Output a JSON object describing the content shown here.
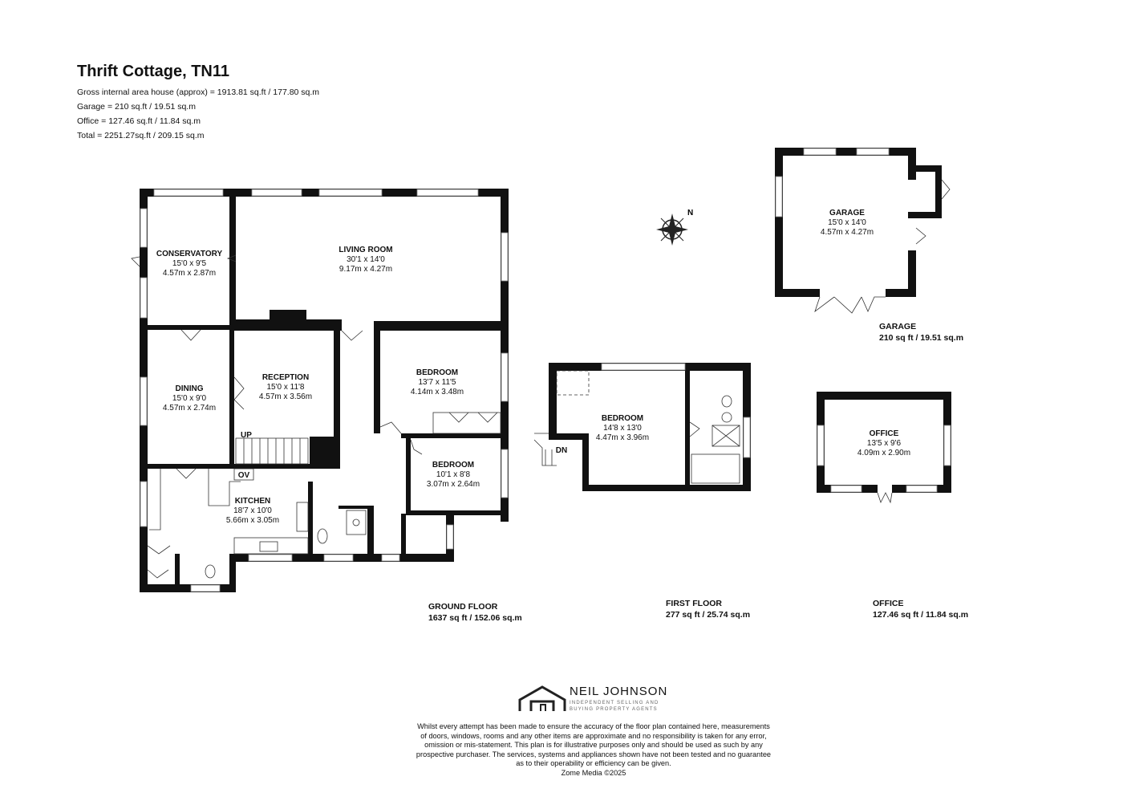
{
  "header": {
    "title": "Thrift Cottage, TN11",
    "lines": [
      "Gross internal area house (approx) = 1913.81 sq.ft / 177.80 sq.m",
      "Garage = 210 sq.ft / 19.51 sq.m",
      "Office = 127.46 sq.ft / 11.84 sq.m",
      "Total =  2251.27sq.ft / 209.15 sq.m"
    ]
  },
  "rooms": {
    "conservatory": {
      "name": "CONSERVATORY",
      "imperial": "15'0 x 9'5",
      "metric": "4.57m x 2.87m"
    },
    "living_room": {
      "name": "LIVING ROOM",
      "imperial": "30'1 x 14'0",
      "metric": "9.17m x 4.27m"
    },
    "dining": {
      "name": "DINING",
      "imperial": "15'0 x 9'0",
      "metric": "4.57m x 2.74m"
    },
    "reception": {
      "name": "RECEPTION",
      "imperial": "15'0 x 11'8",
      "metric": "4.57m x 3.56m"
    },
    "bedroom1": {
      "name": "BEDROOM",
      "imperial": "13'7 x 11'5",
      "metric": "4.14m x 3.48m"
    },
    "bedroom2": {
      "name": "BEDROOM",
      "imperial": "10'1 x 8'8",
      "metric": "3.07m x 2.64m"
    },
    "kitchen": {
      "name": "KITCHEN",
      "imperial": "18'7 x 10'0",
      "metric": "5.66m x 3.05m"
    },
    "bedroom3": {
      "name": "BEDROOM",
      "imperial": "14'8 x 13'0",
      "metric": "4.47m x 3.96m"
    },
    "garage": {
      "name": "GARAGE",
      "imperial": "15'0 x 14'0",
      "metric": "4.57m x 4.27m"
    },
    "office": {
      "name": "OFFICE",
      "imperial": "13'5 x 9'6",
      "metric": "4.09m x 2.90m"
    }
  },
  "markers": {
    "up": "UP",
    "ov": "OV",
    "dn": "DN",
    "north": "N"
  },
  "floors": {
    "ground": {
      "name": "GROUND FLOOR",
      "area": "1637 sq ft / 152.06 sq.m"
    },
    "first": {
      "name": "FIRST FLOOR",
      "area": "277 sq ft / 25.74 sq.m"
    },
    "office": {
      "name": "OFFICE",
      "area": "127.46 sq ft / 11.84 sq.m"
    },
    "garage": {
      "name": "GARAGE",
      "area": "210 sq ft / 19.51 sq.m"
    }
  },
  "brand": {
    "name": "NEIL JOHNSON",
    "tagline1": "INDEPENDENT SELLING AND",
    "tagline2": "BUYING PROPERTY AGENTS"
  },
  "disclaimer": {
    "lines": [
      "Whilst every attempt has been made to ensure the accuracy of the floor plan contained here, measurements",
      "of doors, windows, rooms and any other items are approximate and no responsibility is taken for any error,",
      "omission or mis-statement. This plan is for illustrative purposes only and should be used as such by any",
      "prospective purchaser. The services, systems and appliances shown have not been tested and no guarantee",
      "as to their operability or efficiency can be given.",
      "Zome Media ©2025"
    ]
  },
  "colors": {
    "wall": "#111111",
    "background": "#ffffff"
  }
}
